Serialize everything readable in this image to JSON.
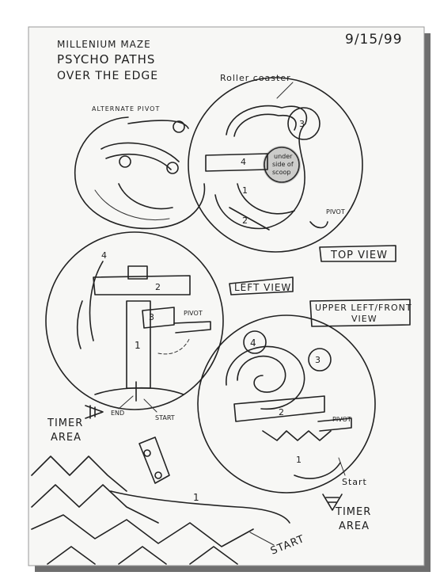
{
  "title_lines": [
    "MILLENIUM MAZE",
    "PSYCHO PATHS",
    "OVER THE EDGE"
  ],
  "date": "9/15/99",
  "labels": {
    "alternate_pivot": "ALTERNATE PIVOT",
    "rollercoaster": "Roller coaster",
    "top_view": "TOP VIEW",
    "left_view": "LEFT VIEW",
    "upper_left_front_view_line1": "UPPER LEFT/FRONT",
    "upper_left_front_view_line2": "VIEW",
    "pivot": "PIVOT",
    "timer_area": "TIMER",
    "timer_area_2": "AREA",
    "timer_area_right": "TIMER",
    "timer_area_right_2": "AREA",
    "end": "END",
    "start": "START",
    "start_right": "Start",
    "start_bottom": "START",
    "underside_line1": "under",
    "underside_line2": "side of",
    "underside_line3": "scoop"
  },
  "part_numbers": {
    "top_1": "1",
    "top_2": "2",
    "top_3": "3",
    "top_4": "4",
    "left_1": "1",
    "left_2": "2",
    "left_3": "3",
    "left_4": "4",
    "front_1": "1",
    "front_2": "2",
    "front_3": "3",
    "front_4": "4",
    "bottom_1": "1"
  }
}
